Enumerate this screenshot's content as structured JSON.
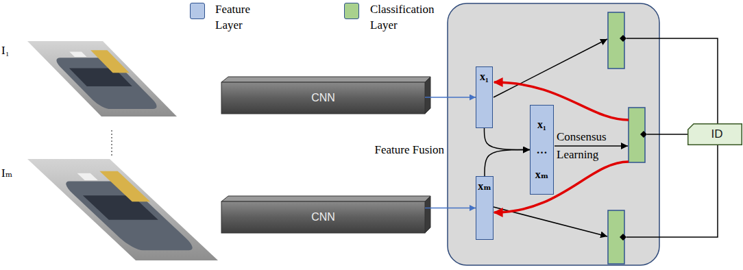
{
  "diagram": {
    "nodes": [
      {
        "text": [
          "CNN"
        ]
      },
      {
        "text": [
          "CNN"
        ]
      },
      {
        "text": [
          "x₁"
        ]
      },
      {
        "text": [
          "x₁",
          "…",
          "xₘ"
        ]
      },
      {
        "text": [
          "xₘ"
        ]
      },
      {
        "text": [
          "ID"
        ]
      }
    ],
    "edges": [
      {
        "from": 0,
        "to": 2,
        "arrow": "to"
      },
      {
        "from": 1,
        "to": 4,
        "arrow": "to"
      },
      {
        "from": 2,
        "to": 3,
        "arrow": "to"
      },
      {
        "from": 4,
        "to": 3,
        "arrow": "to"
      }
    ],
    "labels": [
      "I₁",
      "Iₘ",
      "Feature Fusion",
      "Consensus Learning"
    ],
    "legend": [
      {
        "text": "Feature Layer",
        "color": "#b4c7e7"
      },
      {
        "text": "Classification Layer",
        "color": "#a9d18e"
      }
    ]
  }
}
